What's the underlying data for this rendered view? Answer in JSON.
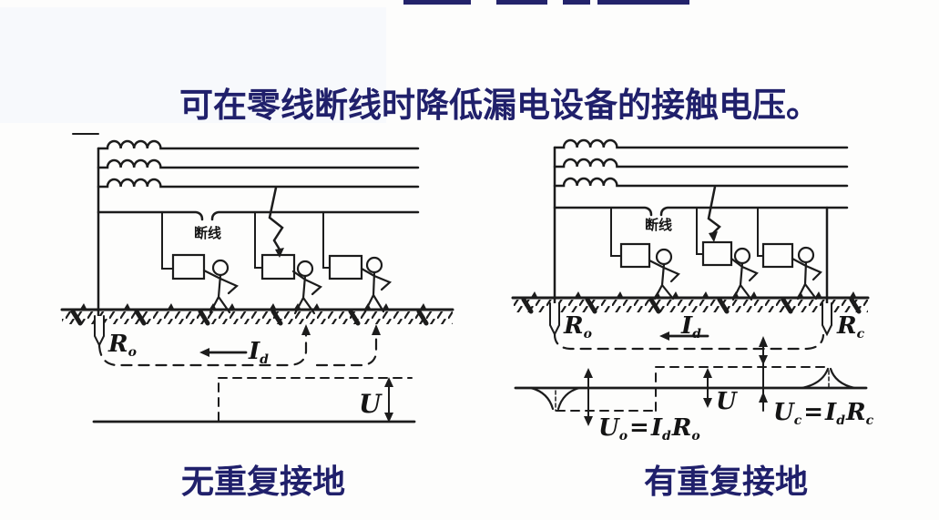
{
  "slide": {
    "title": "可在零线断线时降低漏电设备的接触电压。"
  },
  "left_diagram": {
    "caption": "无重复接地",
    "break_label": "断线",
    "r_ground": {
      "base": "R",
      "sub": "o"
    },
    "fault_current": {
      "base": "I",
      "sub": "d"
    },
    "touch_voltage": "U"
  },
  "right_diagram": {
    "caption": "有重复接地",
    "break_label": "断线",
    "r_ground": {
      "base": "R",
      "sub": "o"
    },
    "r_repeat": {
      "base": "R",
      "sub": "c"
    },
    "fault_current": {
      "base": "I",
      "sub": "d"
    },
    "touch_voltage": "U",
    "uo_equation": {
      "lhs": "U",
      "lhs_sub": "o",
      "equals": "=",
      "i": "I",
      "i_sub": "d",
      "r": "R",
      "r_sub": "o"
    },
    "uc_equation": {
      "lhs": "U",
      "lhs_sub": "c",
      "equals": "=",
      "i": "I",
      "i_sub": "d",
      "r": "R",
      "r_sub": "c"
    }
  },
  "colors": {
    "ink": "#1c1c1c",
    "accent_navy": "#20206b",
    "paper": "#fdfdfc"
  }
}
